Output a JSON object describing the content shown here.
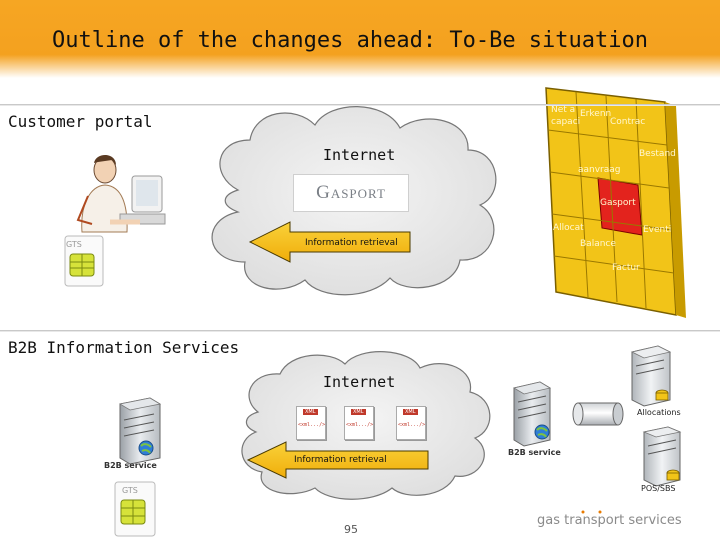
{
  "slide": {
    "title": "Outline of the changes ahead: To-Be situation",
    "page_number": "95"
  },
  "customer_portal": {
    "heading": "Customer portal",
    "cloud_label": "Internet",
    "portal_name": "Gasport",
    "arrow_label": "Information retrieval",
    "smartcard_label": "GTS",
    "puzzle_words": [
      "Net a",
      "capaci",
      "Erkenn",
      "Contrac",
      "Bestand",
      "aanvraag",
      "Gasport",
      "Allocat",
      "Balance",
      "Factur",
      "Eventi"
    ]
  },
  "b2b": {
    "heading": "B2B Information Services",
    "cloud_label": "Internet",
    "service_label_left": "B2B service",
    "service_label_right": "B2B service",
    "xml_badge": "XML",
    "xml_file_text": "<xml.../>",
    "arrow_label": "Information retrieval",
    "smartcard_label": "GTS",
    "db_allocations": "Allocations",
    "db_pos": "POS/SBS"
  },
  "footer": {
    "brand": "gas transport services"
  },
  "colors": {
    "header_orange": "#f6a623",
    "arrow_yellow": "#f7c21a",
    "puzzle_yellow": "#f2c418",
    "puzzle_red": "#e3231d",
    "cloud_fill": "#e6e6e6"
  }
}
